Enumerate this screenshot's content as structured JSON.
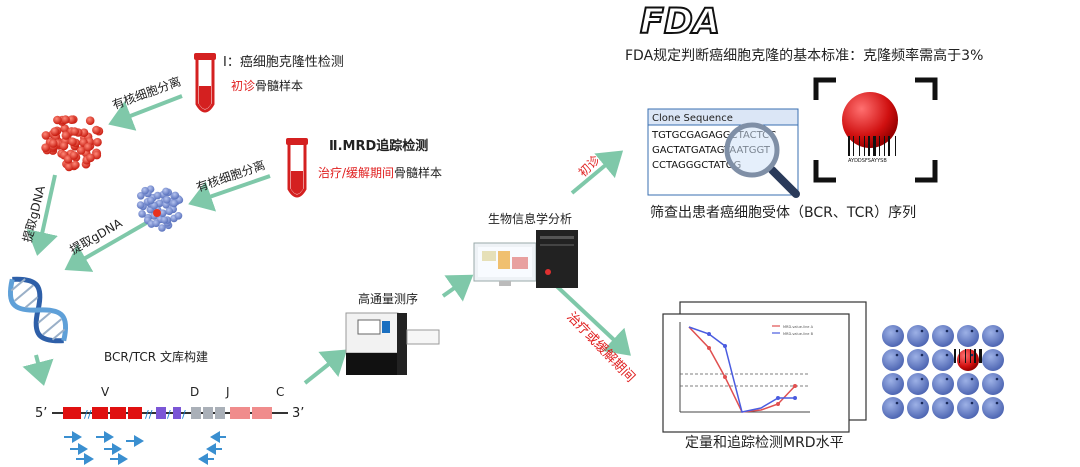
{
  "fda_logo": "FDA",
  "fda_standard": "FDA规定判断癌细胞克隆的基本标准：克隆频率需高于3%",
  "step1": {
    "title": "Ⅰ：癌细胞克隆性检测",
    "sample_prefix": "初诊",
    "sample_suffix": "骨髓样本",
    "arrow_label": "有核细胞分离"
  },
  "step2": {
    "title": "Ⅱ.MRD追踪检测",
    "sample_prefix": "治疗/缓解期间",
    "sample_suffix": "骨髓样本",
    "arrow_label": "有核细胞分离"
  },
  "extract_label_1": "提取gDNA",
  "extract_label_2": "提取gDNA",
  "library_label": "BCR/TCR  文库构建",
  "segments": {
    "five_prime": "5’",
    "three_prime": "3’",
    "V": "V",
    "D": "D",
    "J": "J",
    "C": "C"
  },
  "sequencing_label": "高通量测序",
  "bioinfo_label": "生物信息学分析",
  "initial_label": "初诊",
  "treatment_label": "治疗或缓解期间",
  "clone_box": {
    "header": "Clone Sequence",
    "rows": [
      "TGTGCGAGAGGCTACTCC",
      "GACTATGATAGTAATGGT",
      "CCTAGGGCTATGG"
    ]
  },
  "barcode_caption": "AYDDSFSAYYSB",
  "screen_caption": "筛查出患者癌细胞受体（BCR、TCR）序列",
  "mrd_caption": "定量和追踪检测MRD水平",
  "chart_legend": [
    "MRD-value-line A",
    "MRD-value-line B"
  ],
  "colors": {
    "accent_red": "#e02020",
    "arrow_green": "#7fc8a9",
    "cell_red": "#e8321e",
    "cell_blue": "#7f95cf"
  }
}
